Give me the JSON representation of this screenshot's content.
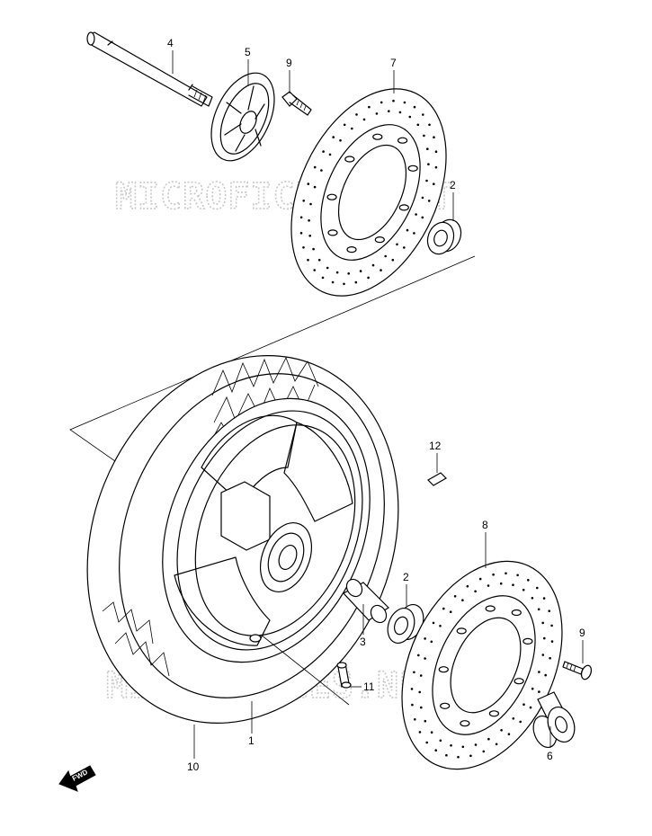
{
  "watermark": {
    "top": "MICROFICHES.NET",
    "bottom": "MICROFICHES.NET"
  },
  "fwd_label": "FWD",
  "callouts": [
    {
      "id": "c4",
      "text": "4"
    },
    {
      "id": "c5",
      "text": "5"
    },
    {
      "id": "c9a",
      "text": "9"
    },
    {
      "id": "c7",
      "text": "7"
    },
    {
      "id": "c2a",
      "text": "2"
    },
    {
      "id": "c12",
      "text": "12"
    },
    {
      "id": "c8",
      "text": "8"
    },
    {
      "id": "c2b",
      "text": "2"
    },
    {
      "id": "c3",
      "text": "3"
    },
    {
      "id": "c9b",
      "text": "9"
    },
    {
      "id": "c11",
      "text": "11"
    },
    {
      "id": "c1",
      "text": "1"
    },
    {
      "id": "c10",
      "text": "10"
    },
    {
      "id": "c6",
      "text": "6"
    }
  ]
}
